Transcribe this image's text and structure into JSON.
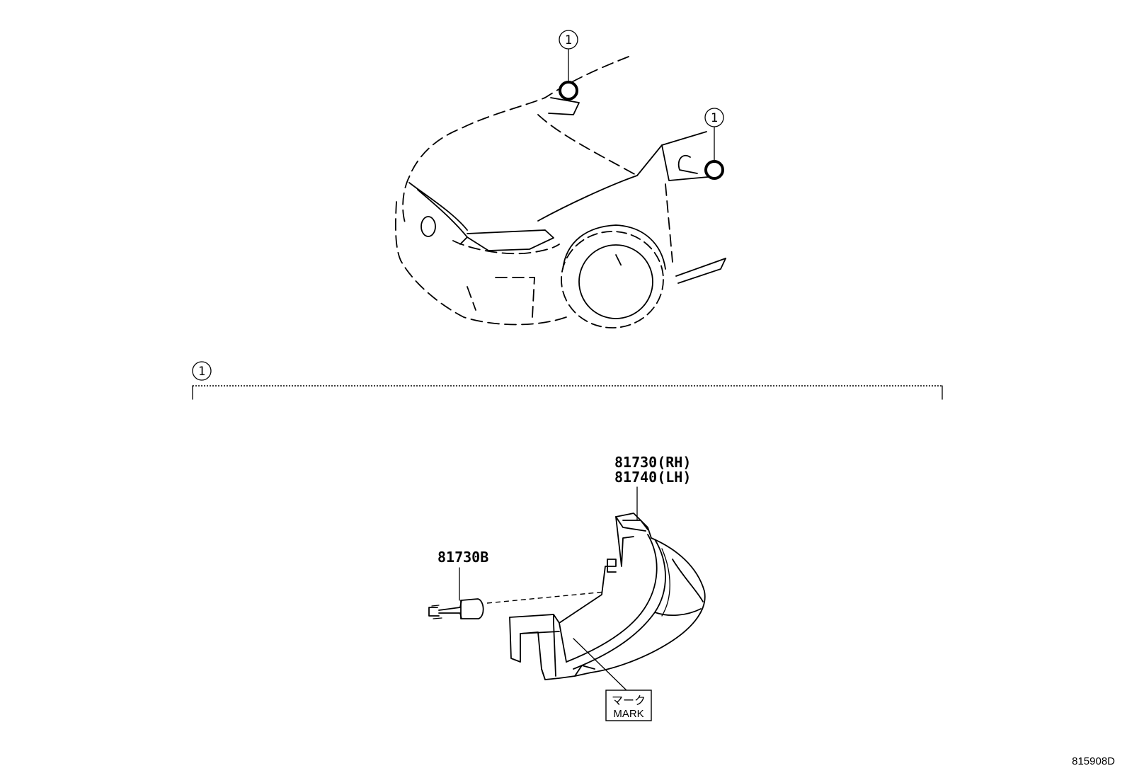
{
  "callouts": {
    "ref_1": "1"
  },
  "parts": {
    "side_lamp_rh": "81730(RH)",
    "side_lamp_lh": "81740(LH)",
    "bulb": "81730B"
  },
  "mark_label": {
    "jp": "マーク",
    "en": "MARK"
  },
  "drawing_code": "815908D"
}
